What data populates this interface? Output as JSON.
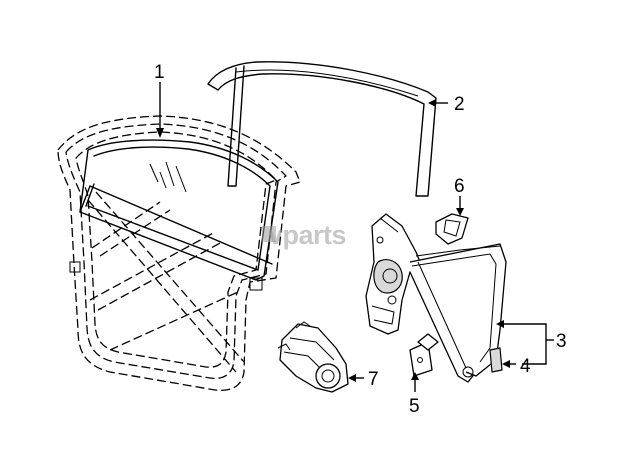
{
  "watermark": "vparts",
  "callouts": [
    {
      "id": "1",
      "label": "1"
    },
    {
      "id": "2",
      "label": "2"
    },
    {
      "id": "3",
      "label": "3"
    },
    {
      "id": "4",
      "label": "4"
    },
    {
      "id": "5",
      "label": "5"
    },
    {
      "id": "6",
      "label": "6"
    },
    {
      "id": "7",
      "label": "7"
    }
  ],
  "parts": [
    "door-glass",
    "glass-run-channel",
    "window-regulator",
    "regulator-clip",
    "mounting-bracket",
    "bumper-pad",
    "regulator-motor"
  ]
}
